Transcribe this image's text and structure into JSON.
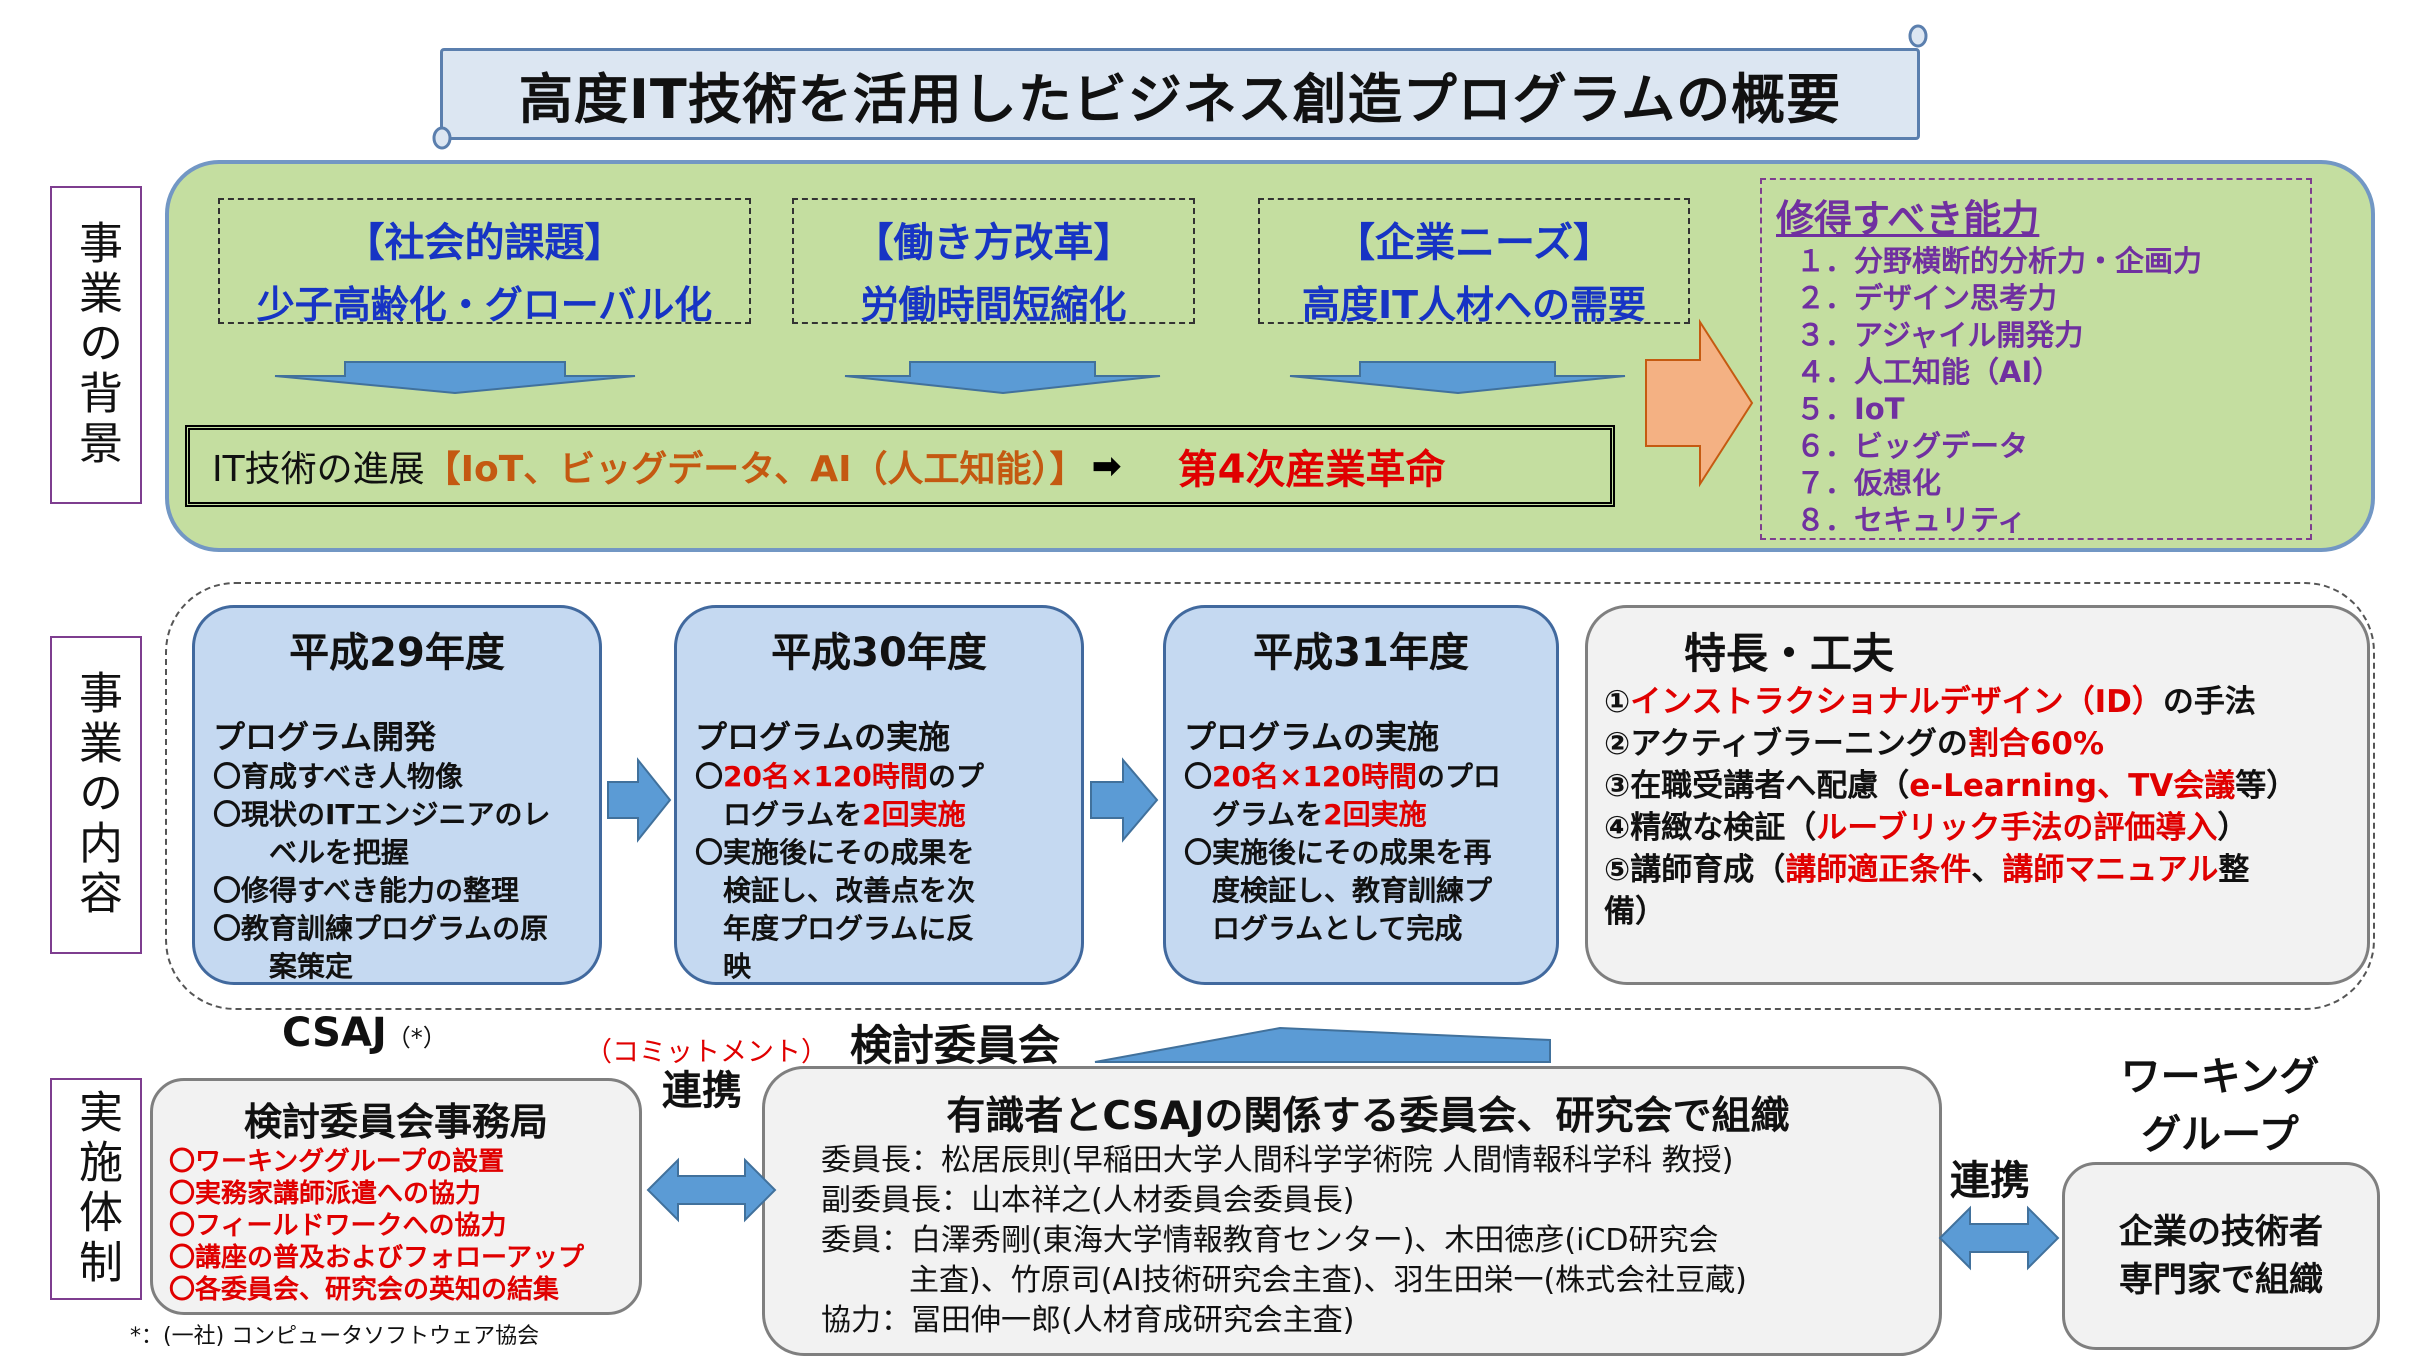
{
  "title": "高度IT技術を活用したビジネス創造プログラムの概要",
  "sections": {
    "background": "事業の背景",
    "content": "事業の内容",
    "organization": "実施体制"
  },
  "background": {
    "issues": [
      {
        "heading": "【社会的課題】",
        "body": "少子高齢化・グローバル化"
      },
      {
        "heading": "【働き方改革】",
        "body": "労働時間短縮化"
      },
      {
        "heading": "【企業ニーズ】",
        "body": "高度IT人材への需要"
      }
    ],
    "tech": {
      "prefix": "IT技術の進展",
      "bracket": "【IoT、ビッグデータ、AI（人工知能）】",
      "arrow": "➡",
      "result": "第4次産業革命"
    },
    "skills": {
      "title": "修得すべき能力",
      "items": [
        "１．分野横断的分析力・企画力",
        "２．デザイン思考力",
        "３．アジャイル開発力",
        "４．人工知能（AI）",
        "５．IoT",
        "６．ビッグデータ",
        "７．仮想化",
        "８．セキュリティ"
      ]
    }
  },
  "content": {
    "h29": {
      "title": "平成29年度",
      "subtitle": "プログラム開発",
      "items": [
        "〇育成すべき人物像",
        "〇現状のITエンジニアのレ",
        "　ベルを把握",
        "〇修得すべき能力の整理",
        "〇教育訓練プログラムの原",
        "　案策定"
      ]
    },
    "h30": {
      "title": "平成30年度",
      "subtitle": "プログラムの実施",
      "l1_pre": "〇",
      "l1_red": "20名×120時間",
      "l1_post": "のプ",
      "l2_pre": "ログラムを",
      "l2_red": "2回実施",
      "rest": [
        "〇実施後にその成果を",
        "検証し、改善点を次",
        "年度プログラムに反",
        "映"
      ]
    },
    "h31": {
      "title": "平成31年度",
      "subtitle": "プログラムの実施",
      "l1_pre": "〇",
      "l1_red": "20名×120時間",
      "l1_post": "のプロ",
      "l2_pre": "グラムを",
      "l2_red": "2回実施",
      "rest": [
        "〇実施後にその成果を再",
        "度検証し、教育訓練プ",
        "ログラムとして完成"
      ]
    },
    "features": {
      "title": "特長・工夫",
      "f1_pre": "①",
      "f1_red": "インストラクショナルデザイン（ID）",
      "f1_post": "の手法",
      "f2_pre": "②アクティブラーニングの",
      "f2_red": "割合60%",
      "f3_pre": "③在職受講者へ配慮（",
      "f3_red": "e-Learning、TV会議",
      "f3_post": "等）",
      "f4_pre": "④精緻な検証（",
      "f4_red": "ルーブリック手法の評価導入",
      "f4_post": "）",
      "f5_pre": "⑤講師育成（",
      "f5_red1": "講師適正条件",
      "f5_mid": "、",
      "f5_red2": "講師マニュアル",
      "f5_post": "整",
      "f6": "備）"
    }
  },
  "organization": {
    "csaj": "CSAJ",
    "csaj_mark": "（*）",
    "commitment": "（コミットメント）",
    "renkei": "連携",
    "committee_label": "検討委員会",
    "office": {
      "title": "検討委員会事務局",
      "items": [
        "〇ワーキンググループの設置",
        "〇実務家講師派遣への協力",
        "〇フィールドワークへの協力",
        "〇講座の普及およびフォローアップ",
        "〇各委員会、研究会の英知の結集"
      ]
    },
    "note": "*：(一社) コンピュータソフトウェア協会",
    "committee": {
      "title": "有識者とCSAJの関係する委員会、研究会で組織",
      "chair": "委員長：松居辰則(早稲田大学人間科学学術院 人間情報科学科 教授)",
      "vice": "副委員長：山本祥之(人材委員会委員長)",
      "members1": "委員：白澤秀剛(東海大学情報教育センター)、木田徳彦(iCD研究会",
      "members2": "主査)、竹原司(AI技術研究会主査)、羽生田栄一(株式会社豆蔵)",
      "cooperation": "協力：冨田伸一郎(人材育成研究会主査)"
    },
    "wg_title_1": "ワーキング",
    "wg_title_2": "グループ",
    "wg_box_1": "企業の技術者",
    "wg_box_2": "専門家で組織"
  }
}
